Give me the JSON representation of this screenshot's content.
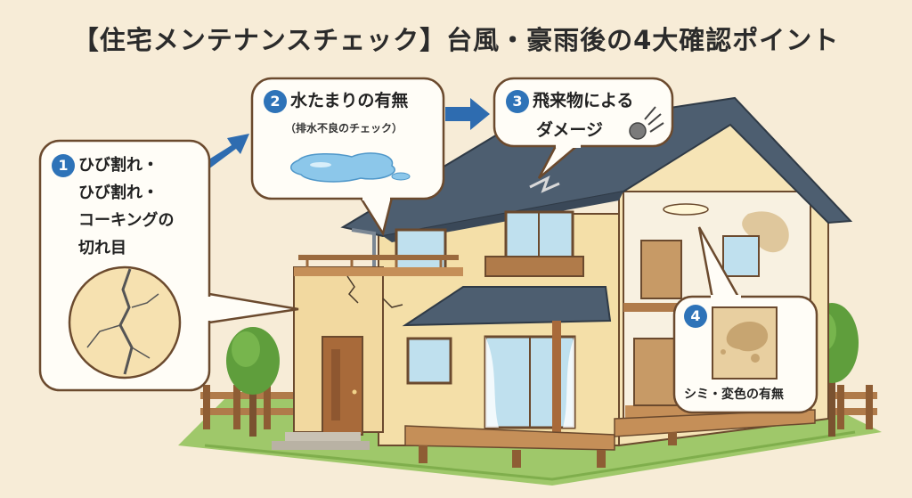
{
  "title": "【住宅メンテナンスチェック】台風・豪雨後の4大確認ポイント",
  "points": [
    {
      "number": "1",
      "lines": [
        "ひび割れ・",
        "ひび割れ・",
        "コーキングの",
        "切れ目"
      ]
    },
    {
      "number": "2",
      "label": "水たまりの有無",
      "sublabel": "（排水不良のチェック）"
    },
    {
      "number": "3",
      "lines": [
        "飛来物による",
        "ダメージ"
      ]
    },
    {
      "number": "4",
      "label": "シミ・変色の有無"
    }
  ],
  "colors": {
    "background": "#f7ecd7",
    "badge": "#2e73b8",
    "arrow": "#2e6cb0",
    "wall": "#f4dfa8",
    "roof": "#4d5e70",
    "callout_border": "#6b4a2e"
  },
  "icons": [
    "crack-icon",
    "puddle-icon",
    "flying-debris-icon",
    "stain-icon",
    "arrow-right-icon"
  ]
}
